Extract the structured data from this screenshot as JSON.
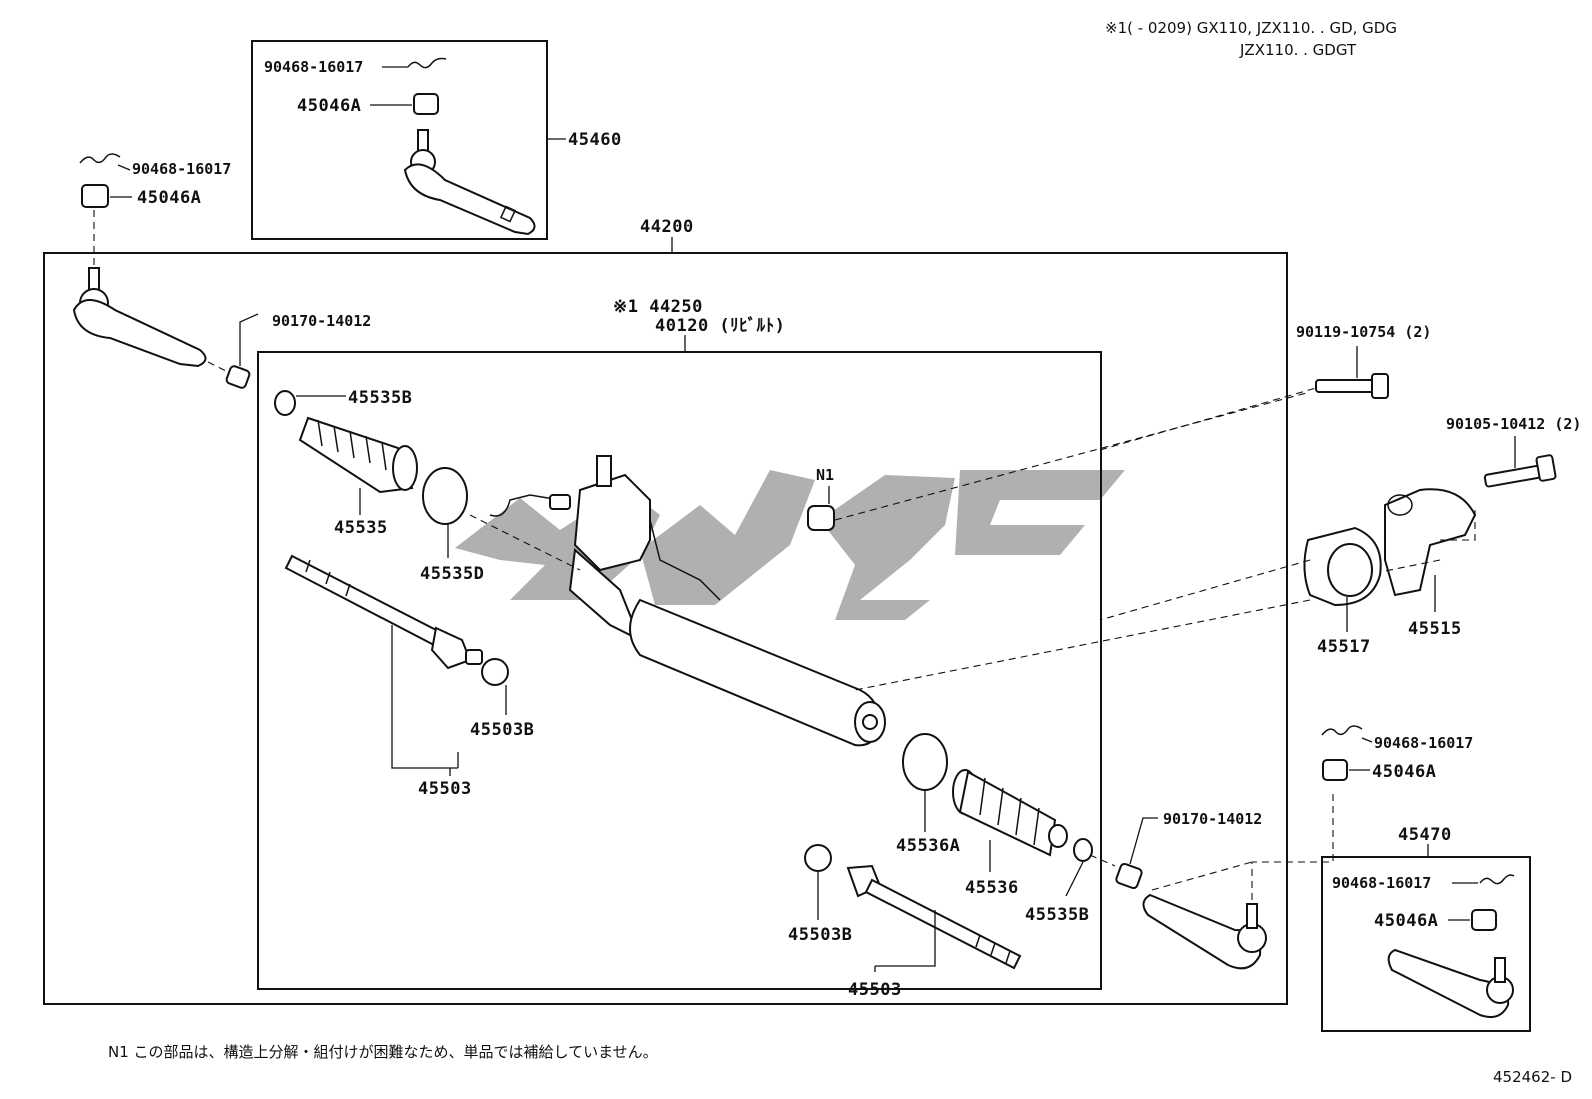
{
  "header": {
    "line1": "※1(      - 0209) GX110, JZX110. . GD, GDG",
    "line2": "JZX110. . GDGT"
  },
  "labels": {
    "p90468_top_box": "90468-16017",
    "p45046a_top_box": "45046A",
    "p45460": "45460",
    "p90468_left": "90468-16017",
    "p45046a_left": "45046A",
    "p44200": "44200",
    "p90170_left": "90170-14012",
    "mark_44250": "※1 44250",
    "p40120": "40120 (ﾘﾋﾞﾙﾄ)",
    "p45535b_top": "45535B",
    "p45535": "45535",
    "p45535d": "45535D",
    "n1": "N1",
    "p45503b_left": "45503B",
    "p45503_left": "45503",
    "p45536a": "45536A",
    "p45536": "45536",
    "p45535b_bottom": "45535B",
    "p45503b_right": "45503B",
    "p45503_right": "45503",
    "p90170_right": "90170-14012",
    "p90119": "90119-10754 (2)",
    "p90105": "90105-10412 (2)",
    "p45517": "45517",
    "p45515": "45515",
    "p90468_right": "90468-16017",
    "p45046a_right": "45046A",
    "p45470": "45470",
    "p90468_bottom_box": "90468-16017",
    "p45046a_bottom_box": "45046A"
  },
  "footer": {
    "note": "N1  この部品は、構造上分解・組付けが困難なため、単品では補給していません。",
    "diagram_id": "452462- D"
  }
}
